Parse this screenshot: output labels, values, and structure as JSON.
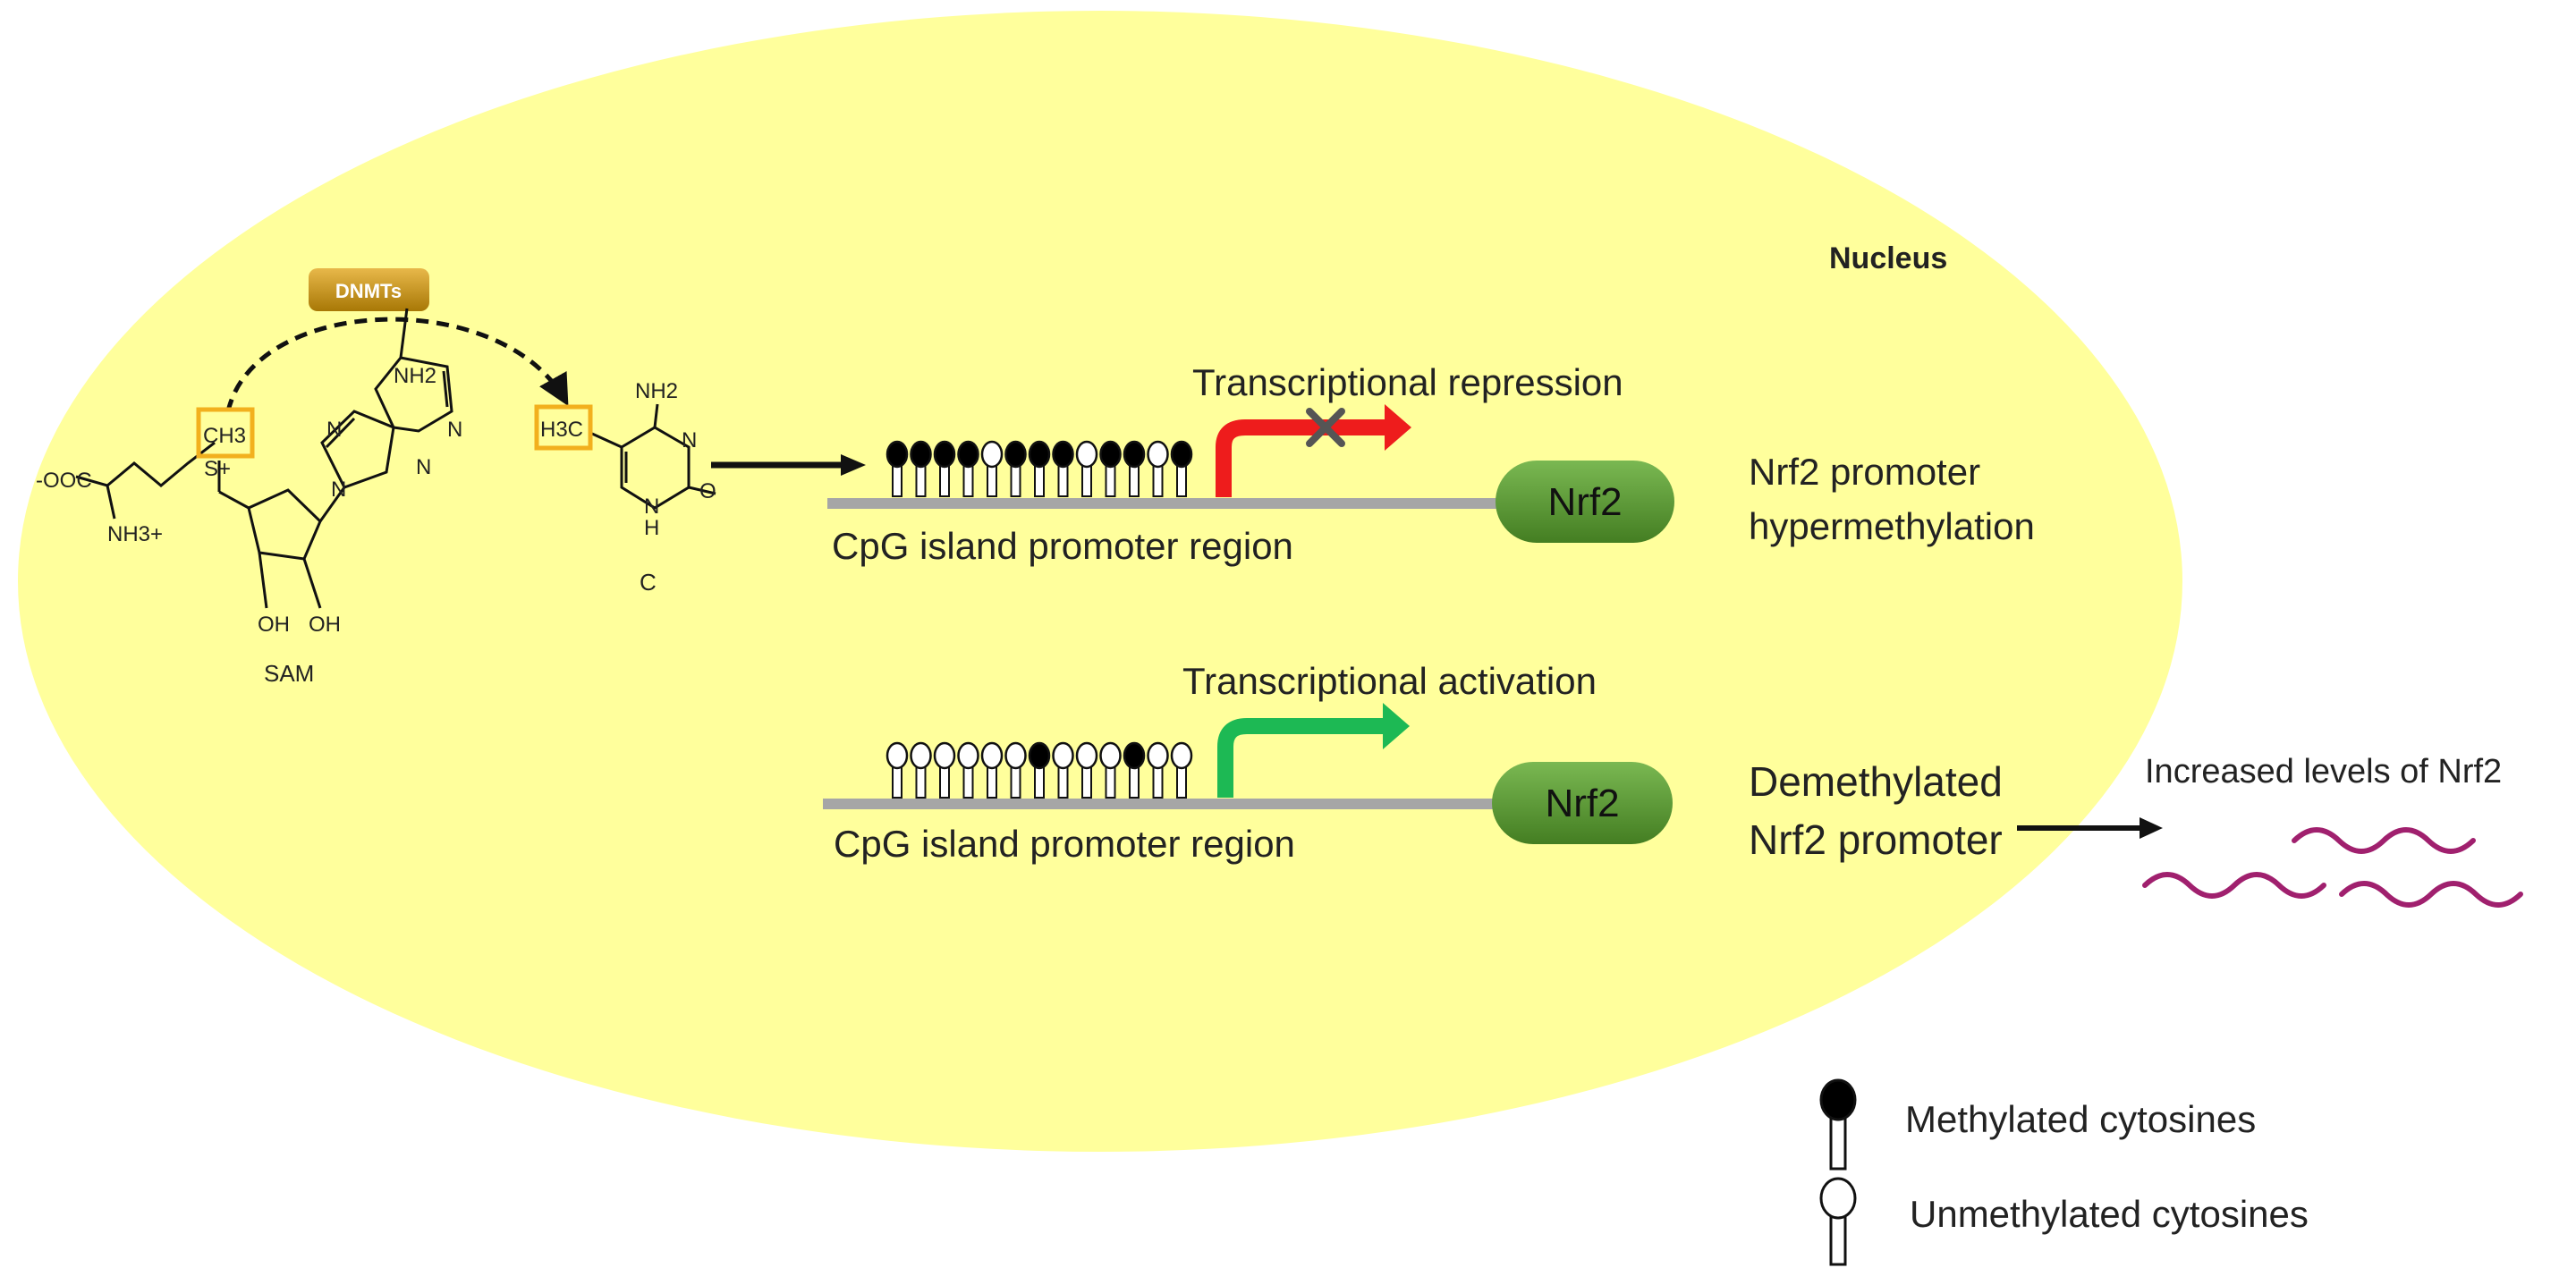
{
  "nucleus": {
    "label": "Nucleus",
    "fill": "#ffff9c"
  },
  "enzyme": {
    "label": "DNMTs",
    "color": "#c9960c"
  },
  "sam": {
    "name": "SAM",
    "methyl": "CH3",
    "sulfonium": "S+",
    "carboxylate": "-OOC",
    "amine": "NH3+",
    "oh1": "OH",
    "oh2": "OH",
    "adenine_amine": "NH2",
    "n_labels": [
      "N",
      "N",
      "N",
      "N"
    ]
  },
  "cytosine": {
    "name": "C",
    "methyl": "H3C",
    "amine": "NH2",
    "n_ring": "N",
    "nh": "N",
    "h": "H",
    "oxo": "O"
  },
  "rows": [
    {
      "status": "Transcriptional repression",
      "region": "CpG island promoter region",
      "gene": "Nrf2",
      "outcome_line1": "Nrf2 promoter",
      "outcome_line2": "hypermethylation",
      "arrow_color": "#ee1c1c",
      "blocked": true,
      "cpg_methylated": [
        true,
        true,
        true,
        true,
        false,
        true,
        true,
        true,
        false,
        true,
        true,
        false,
        true
      ]
    },
    {
      "status": "Transcriptional activation",
      "region": "CpG island promoter region",
      "gene": "Nrf2",
      "outcome_line1": "Demethylated",
      "outcome_line2": "Nrf2 promoter",
      "arrow_color": "#1db954",
      "blocked": false,
      "cpg_methylated": [
        false,
        false,
        false,
        false,
        false,
        false,
        true,
        false,
        false,
        false,
        true,
        false,
        false
      ]
    }
  ],
  "mrna": {
    "label": "Increased levels of Nrf2",
    "color": "#a0206e"
  },
  "legend": {
    "methylated": "Methylated cytosines",
    "unmethylated": "Unmethylated cytosines"
  },
  "colors": {
    "gene_fill": "#5f9e3a",
    "dna_line": "#a6a6a6",
    "highlight_box": "#f2b01e"
  }
}
